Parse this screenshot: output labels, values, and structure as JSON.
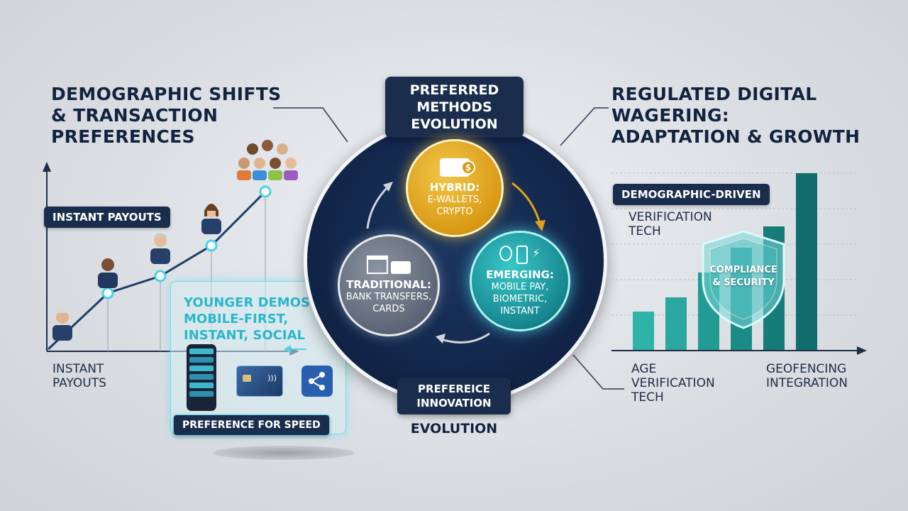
{
  "left": {
    "heading": [
      "Demographic Shifts",
      "& Transaction",
      "Preferences"
    ],
    "tag_instant_payouts": "Instant Payouts",
    "axis_label": [
      "Instant",
      "Payouts"
    ],
    "callout_title": [
      "Younger Demos:",
      "Mobile-First,",
      "Instant, Social"
    ],
    "speed_tag": "Preference for Speed"
  },
  "center": {
    "title": [
      "Preferred",
      "Methods",
      "Evolution"
    ],
    "hybrid": {
      "title": "Hybrid:",
      "sub": [
        "E-Wallets,",
        "Crypto"
      ]
    },
    "emerging": {
      "title": "Emerging:",
      "sub": [
        "Mobile Pay,",
        "Biometric,",
        "Instant"
      ]
    },
    "traditional": {
      "title": "Traditional:",
      "sub": [
        "Bank Transfers,",
        "Cards"
      ]
    },
    "bottom_tag": [
      "Prefereice",
      "Innovation"
    ],
    "bottom_label": "Evolution"
  },
  "right": {
    "heading": [
      "Regulated Digital",
      "Wagering:",
      "Adaptation & Growth"
    ],
    "tag": "Demographic-Driven",
    "verification": [
      "Verification",
      "Tech"
    ],
    "shield": [
      "Compliance",
      "& Security"
    ],
    "age_verification": [
      "Age",
      "Verification",
      "Tech"
    ],
    "geofencing": [
      "Geofencing",
      "Integration"
    ]
  },
  "colors": {
    "navy": "#13233f",
    "teal": "#2fb3a8",
    "gold": "#e0a21a",
    "cyan": "#4fd6e6"
  },
  "chart_data": {
    "type": "bar",
    "values": [
      22,
      30,
      44,
      58,
      70,
      100
    ],
    "ylim": [
      0,
      100
    ]
  }
}
